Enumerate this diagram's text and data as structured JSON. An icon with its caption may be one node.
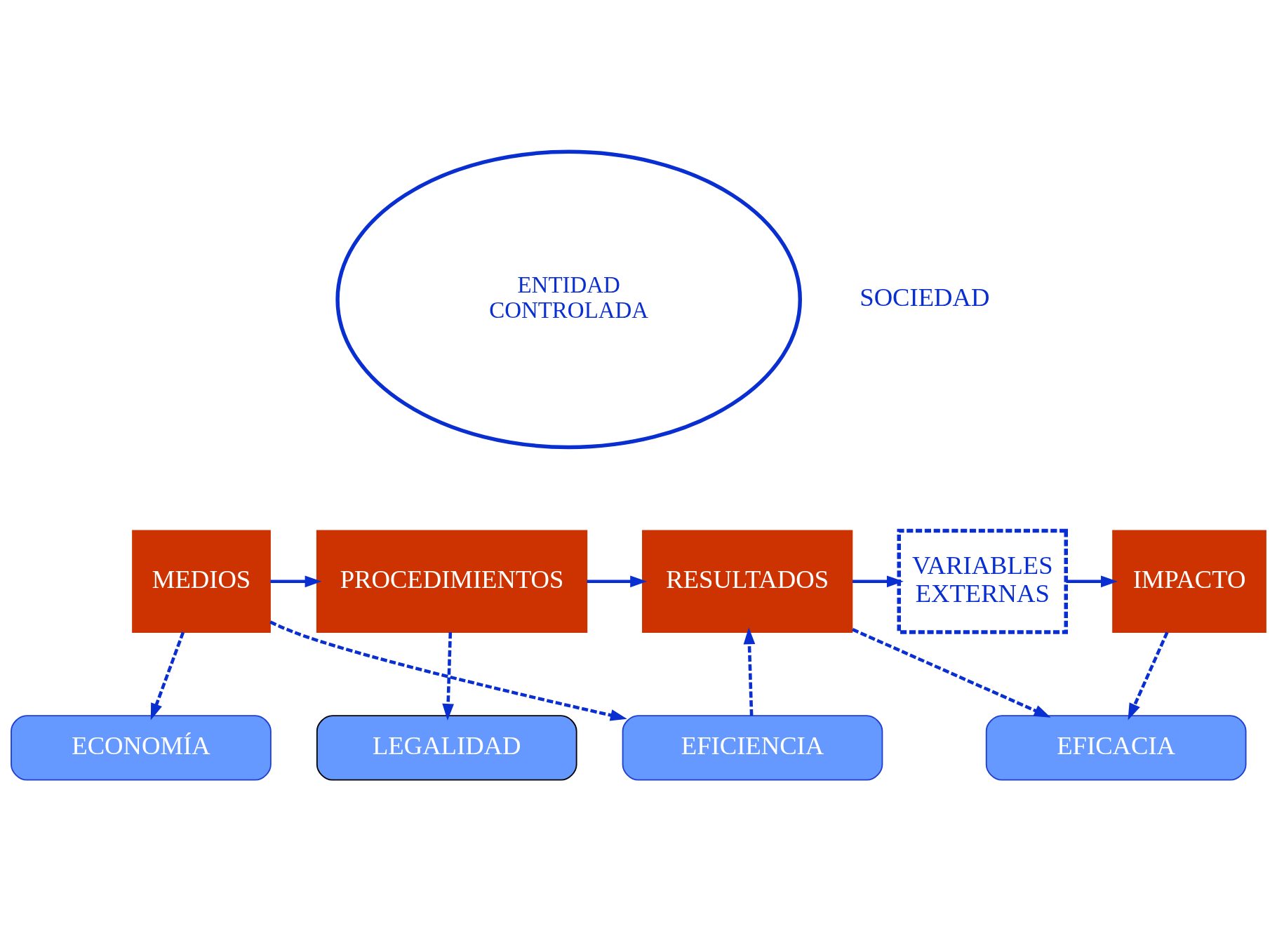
{
  "diagram": {
    "nodes": [
      {
        "text": [
          "ENTIDAD CONTROLADA"
        ]
      },
      {
        "text": [
          "MEDIOS"
        ]
      },
      {
        "text": [
          "PROCEDIMIENTOS"
        ]
      },
      {
        "text": [
          "RESULTADOS"
        ]
      },
      {
        "text": [
          "VARIABLES EXTERNAS"
        ]
      },
      {
        "text": [
          "IMPACTO"
        ]
      },
      {
        "text": [
          "ECONOMÍA"
        ]
      },
      {
        "text": [
          "EFICIENCIA"
        ]
      },
      {
        "text": [
          "EFICACIA"
        ]
      },
      {
        "text": [
          "LEGALIDAD"
        ]
      }
    ],
    "edges": [
      {
        "from": 1,
        "to": 2,
        "arrow": "to"
      },
      {
        "from": 2,
        "to": 3,
        "arrow": "to"
      },
      {
        "from": 3,
        "to": 4,
        "arrow": "to"
      },
      {
        "from": 4,
        "to": 5,
        "arrow": "to"
      },
      {
        "from": 1,
        "to": 6,
        "arrow": "to",
        "style": "dashed"
      },
      {
        "from": 1,
        "to": 7,
        "arrow": "to",
        "style": "dashed"
      },
      {
        "from": 2,
        "to": 9,
        "arrow": "to",
        "style": "dashed"
      },
      {
        "from": 7,
        "to": 3,
        "arrow": "to",
        "style": "dashed"
      },
      {
        "from": 3,
        "to": 8,
        "arrow": "to",
        "style": "dashed"
      },
      {
        "from": 5,
        "to": 8,
        "arrow": "to",
        "style": "dashed"
      }
    ],
    "labels": [
      "SOCIEDAD"
    ]
  }
}
